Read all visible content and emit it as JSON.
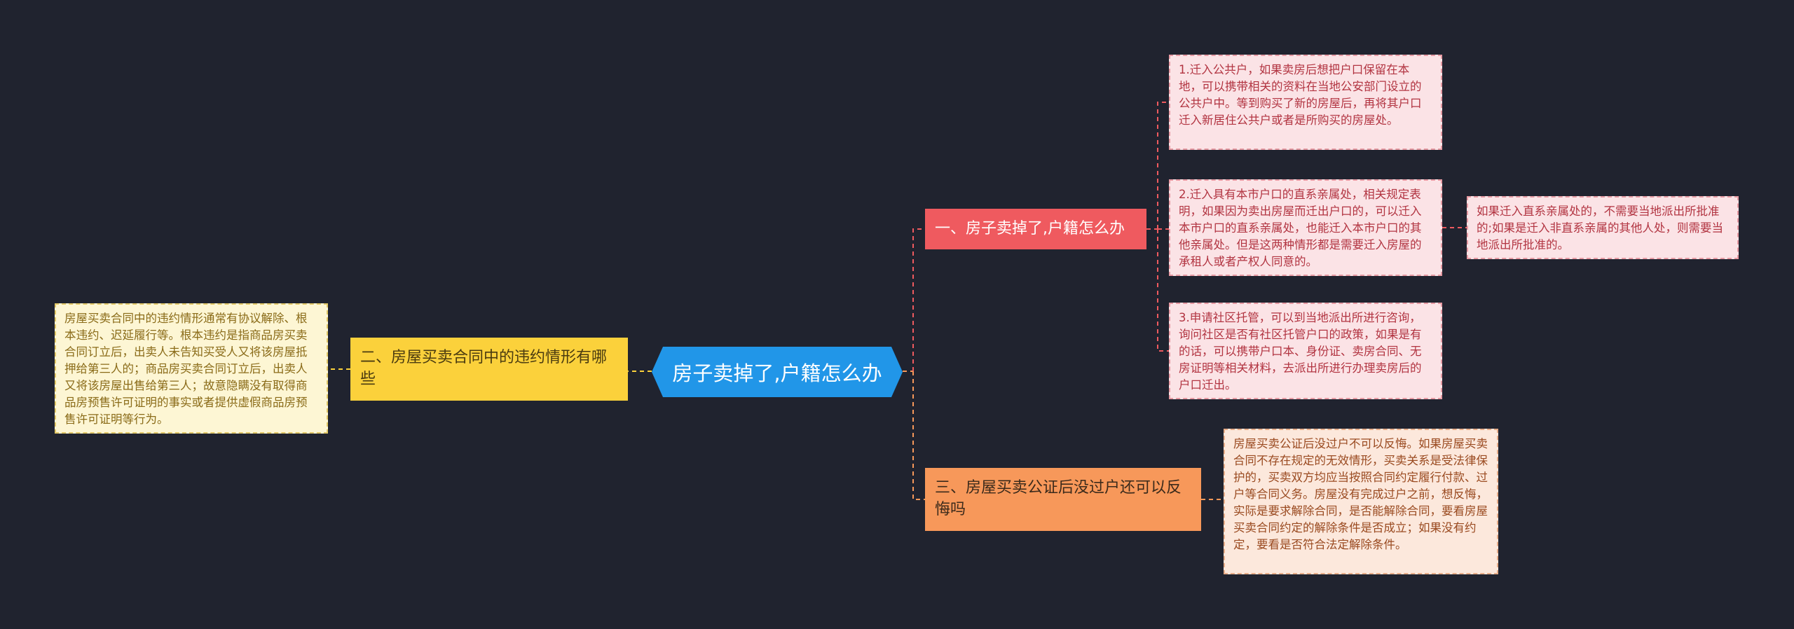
{
  "colors": {
    "background": "#20232f",
    "root": "#2196e8",
    "branch1": "#ef5a5f",
    "branch2": "#fbd13b",
    "branch3": "#f7985a",
    "connector_red": "#ef5a5f",
    "connector_yellow": "#fbd13b",
    "connector_orange": "#f7985a"
  },
  "root": {
    "text": "房子卖掉了,户籍怎么办"
  },
  "branches": [
    {
      "text": "一、房子卖掉了,户籍怎么办",
      "children": [
        {
          "text": "1.迁入公共户，如果卖房后想把户口保留在本地，可以携带相关的资料在当地公安部门设立的公共户中。等到购买了新的房屋后，再将其户口迁入新居住公共户或者是所购买的房屋处。"
        },
        {
          "text": "2.迁入具有本市户口的直系亲属处，相关规定表明，如果因为卖出房屋而迁出户口的，可以迁入本市户口的直系亲属处，也能迁入本市户口的其他亲属处。但是这两种情形都是需要迁入房屋的承租人或者产权人同意的。",
          "children": [
            {
              "text": "如果迁入直系亲属处的，不需要当地派出所批准的;如果是迁入非直系亲属的其他人处，则需要当地派出所批准的。"
            }
          ]
        },
        {
          "text": "3.申请社区托管，可以到当地派出所进行咨询，询问社区是否有社区托管户口的政策，如果是有的话，可以携带户口本、身份证、卖房合同、无房证明等相关材料，去派出所进行办理卖房后的户口迁出。"
        }
      ]
    },
    {
      "text": "二、房屋买卖合同中的违约情形有哪些",
      "children": [
        {
          "text": "房屋买卖合同中的违约情形通常有协议解除、根本违约、迟延履行等。根本违约是指商品房买卖合同订立后，出卖人未告知买受人又将该房屋抵押给第三人的；商品房买卖合同订立后，出卖人又将该房屋出售给第三人；故意隐瞒没有取得商品房预售许可证明的事实或者提供虚假商品房预售许可证明等行为。"
        }
      ]
    },
    {
      "text": "三、房屋买卖公证后没过户还可以反悔吗",
      "children": [
        {
          "text": "房屋买卖公证后没过户不可以反悔。如果房屋买卖合同不存在规定的无效情形，买卖关系是受法律保护的，买卖双方均应当按照合同约定履行付款、过户等合同义务。房屋没有完成过户之前，想反悔，实际是要求解除合同，是否能解除合同，要看房屋买卖合同约定的解除条件是否成立；如果没有约定，要看是否符合法定解除条件。"
        }
      ]
    }
  ]
}
